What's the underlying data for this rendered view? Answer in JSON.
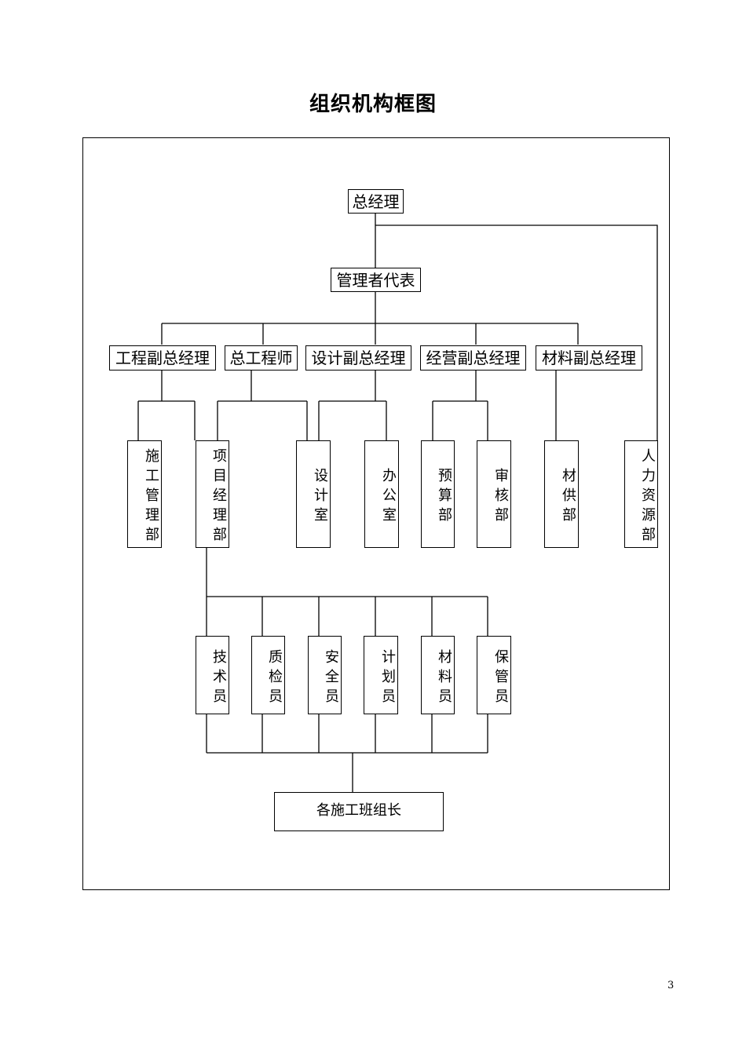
{
  "title": "组织机构框图",
  "nodes": {
    "gm": "总经理",
    "rep": "管理者代表",
    "l3": [
      "工程副总经理",
      "总工程师",
      "设计副总经理",
      "经营副总经理",
      "材料副总经理"
    ],
    "l4": [
      "施工管理部",
      "项目经理部",
      "设计室",
      "办公室",
      "预算部",
      "审核部",
      "材供部",
      "人力资源部"
    ],
    "l5": [
      "技术员",
      "质检员",
      "安全员",
      "计划员",
      "材料员",
      "保管员"
    ],
    "leaders": "各施工班组长"
  },
  "page_number": "3"
}
